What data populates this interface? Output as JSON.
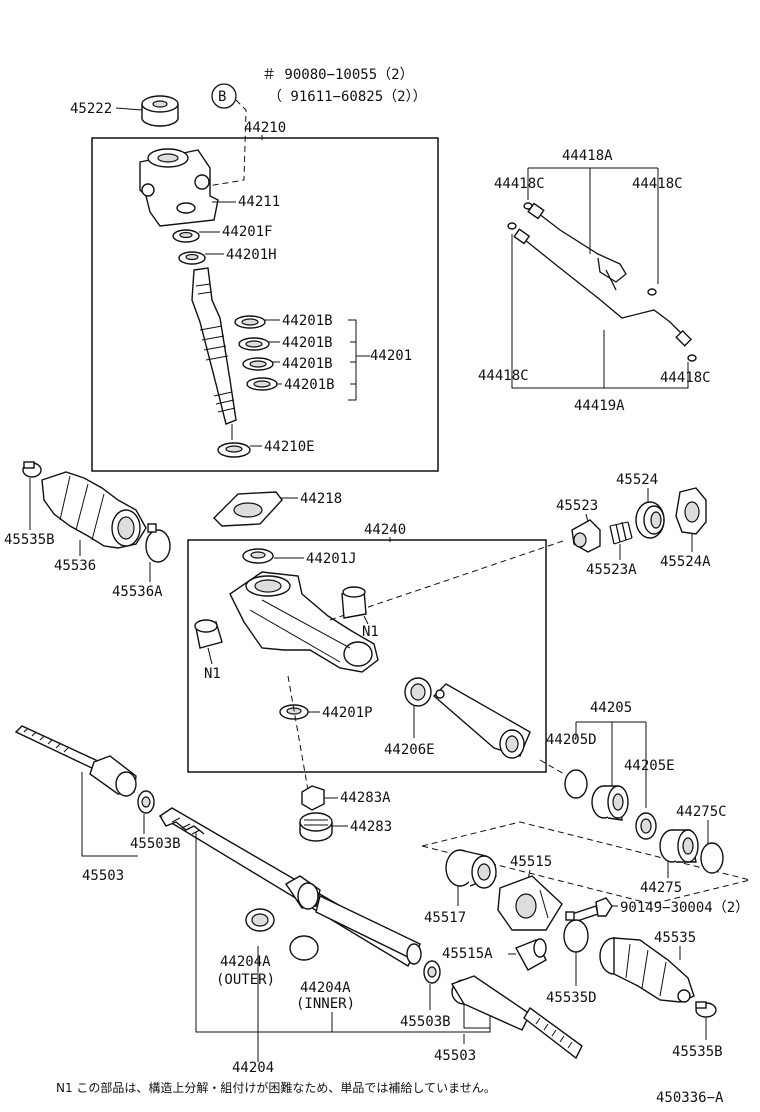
{
  "callouts": {
    "hash_part": "＃ 90080−10055（2）",
    "alt_part": "（ 91611−60825（2））",
    "ref_b": "B",
    "p45222": "45222",
    "p44210": "44210",
    "p44211": "44211",
    "p44201F": "44201F",
    "p44201H": "44201H",
    "p44201B_1": "44201B",
    "p44201B_2": "44201B",
    "p44201B_3": "44201B",
    "p44201B_4": "44201B",
    "p44201": "44201",
    "p44210E": "44210E",
    "p44418A": "44418A",
    "p44418C_tl": "44418C",
    "p44418C_tr": "44418C",
    "p44418C_bl": "44418C",
    "p44418C_br": "44418C",
    "p44419A": "44419A",
    "p45535B_top": "45535B",
    "p45536": "45536",
    "p45536A": "45536A",
    "p44218": "44218",
    "p45524": "45524",
    "p45523": "45523",
    "p45523A": "45523A",
    "p45524A": "45524A",
    "p44240": "44240",
    "p44201J": "44201J",
    "pN1_right": "N1",
    "pN1_left": "N1",
    "p44201P": "44201P",
    "p44206E": "44206E",
    "p44205": "44205",
    "p44205D": "44205D",
    "p44205E": "44205E",
    "p44275C": "44275C",
    "p44275": "44275",
    "p44283A": "44283A",
    "p44283": "44283",
    "p45503B_left": "45503B",
    "p45503_left": "45503",
    "p45515": "45515",
    "p45517": "45517",
    "p90149": "90149−30004（2）",
    "p45515A": "45515A",
    "p45535": "45535",
    "p44204A_outer": "44204A",
    "outer_label": "(OUTER)",
    "p44204A_inner": "44204A",
    "inner_label": "(INNER)",
    "p45503B_right": "45503B",
    "p45535D": "45535D",
    "p45503_right": "45503",
    "p45535B_bottom": "45535B",
    "p44204": "44204"
  },
  "footnote": "N1 この部品は、構造上分解・組付けが困難なため、単品では補給していません。",
  "diagram_id": "450336−A"
}
